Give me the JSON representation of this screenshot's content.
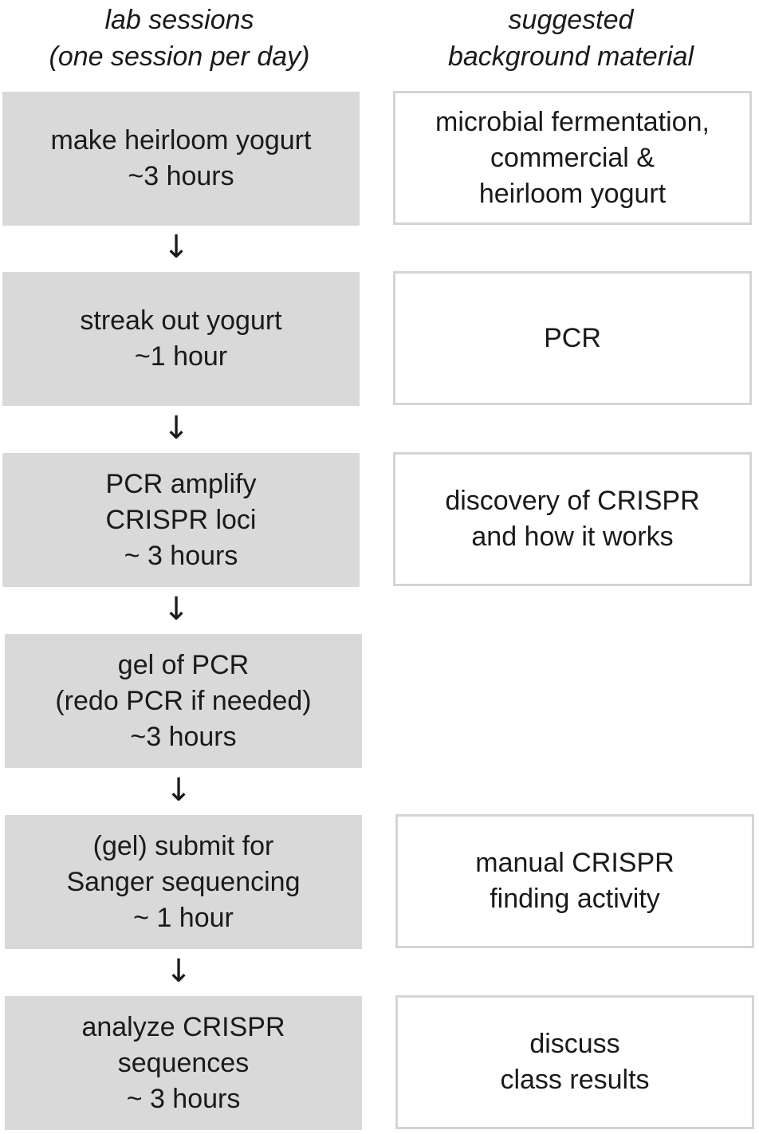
{
  "headers": {
    "left": [
      "lab sessions",
      "(one session per day)"
    ],
    "right": [
      "suggested",
      "background material"
    ]
  },
  "arrow_glyph": "↓",
  "lab_sessions": [
    [
      "make heirloom yogurt",
      "~3 hours"
    ],
    [
      "streak out yogurt",
      "~1 hour"
    ],
    [
      "PCR amplify",
      "CRISPR loci",
      "~ 3 hours"
    ],
    [
      "gel of PCR",
      "(redo PCR if needed)",
      "~3 hours"
    ],
    [
      "(gel) submit for",
      "Sanger sequencing",
      "~ 1 hour"
    ],
    [
      "analyze CRISPR",
      "sequences",
      "~ 3 hours"
    ]
  ],
  "background_material": [
    [
      "microbial fermentation,",
      "commercial &",
      "heirloom yogurt"
    ],
    [
      "PCR"
    ],
    [
      "discovery of CRISPR",
      "and how it works"
    ],
    [
      "manual CRISPR",
      "finding activity"
    ],
    [
      "discuss",
      "class results"
    ]
  ],
  "colors": {
    "lab_fill": "#d9d9d9",
    "background_border": "#d4d4d4",
    "text": "#1a1a1a"
  }
}
